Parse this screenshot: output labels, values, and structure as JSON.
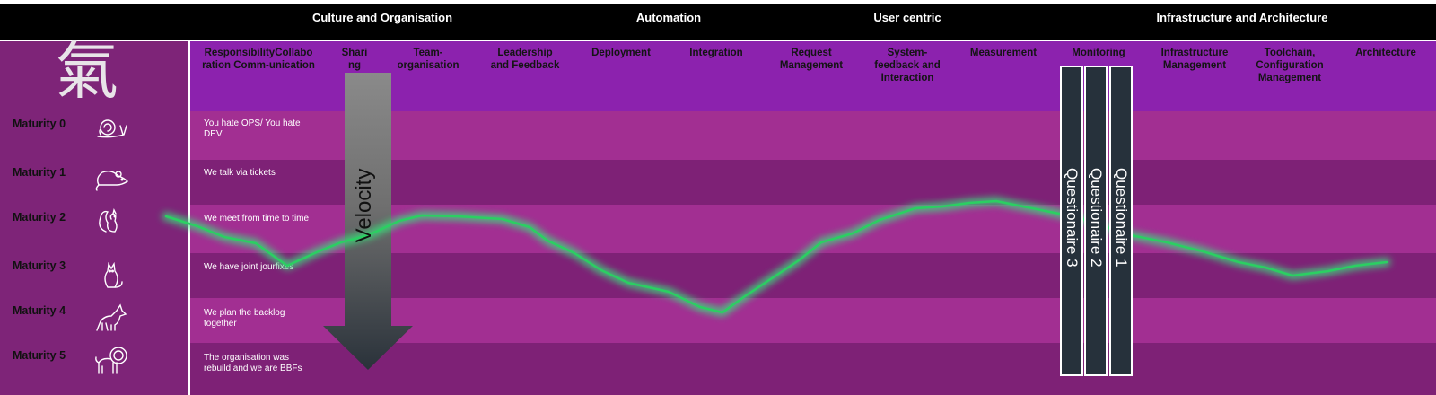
{
  "top_bar": {
    "sections": [
      "Culture and Organisation",
      "Automation",
      "User centric",
      "Infrastructure and Architecture"
    ]
  },
  "logo": {
    "glyph": "氣"
  },
  "columns": [
    "ResponsibilityCollabo ration Comm-unication",
    "Shari ng",
    "Team-organisation",
    "Leadership and Feedback",
    "Deployment",
    "Integration",
    "Request Management",
    "System-feedback and Interaction",
    "Measurement",
    "Monitoring",
    "Infrastructure Management",
    "Toolchain, Configuration Management",
    "Architecture"
  ],
  "maturity_levels": [
    {
      "label": "Maturity 0",
      "icon": "snail-icon",
      "description": "You hate OPS/ You hate DEV"
    },
    {
      "label": "Maturity 1",
      "icon": "mouse-icon",
      "description": "We talk via tickets"
    },
    {
      "label": "Maturity 2",
      "icon": "squirrel-icon",
      "description": "We meet from time to time"
    },
    {
      "label": "Maturity 3",
      "icon": "cat-icon",
      "description": "We have joint jourfixes"
    },
    {
      "label": "Maturity 4",
      "icon": "wolf-icon",
      "description": "We plan the backlog together"
    },
    {
      "label": "Maturity 5",
      "icon": "lion-icon",
      "description": "The organisation was rebuild and we are BBFs"
    }
  ],
  "velocity": {
    "label": "Velocity"
  },
  "questionnaires": [
    "Questionaire 3",
    "Questionaire 2",
    "Questionaire 1"
  ],
  "colors": {
    "header_purple": "#8c22ae",
    "band_light": "#a22f92",
    "band_dark": "#7e2176",
    "left_panel": "#7e2478",
    "maturity_line": "#2fd36a",
    "questionnaire_fill": "#26313b"
  }
}
